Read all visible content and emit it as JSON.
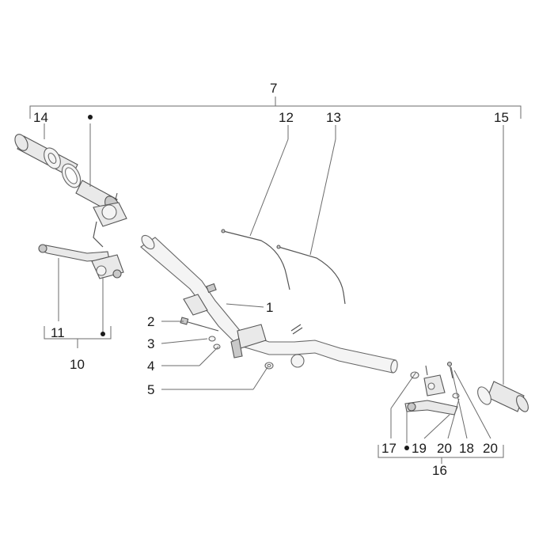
{
  "labels": {
    "l1": "1",
    "l2": "2",
    "l3": "3",
    "l4": "4",
    "l5": "5",
    "l7": "7",
    "l10": "10",
    "l11": "11",
    "l12": "12",
    "l13": "13",
    "l14": "14",
    "l15": "15",
    "l16": "16",
    "l17": "17",
    "l18": "18",
    "l19": "19",
    "l20a": "20",
    "l20b": "20"
  }
}
